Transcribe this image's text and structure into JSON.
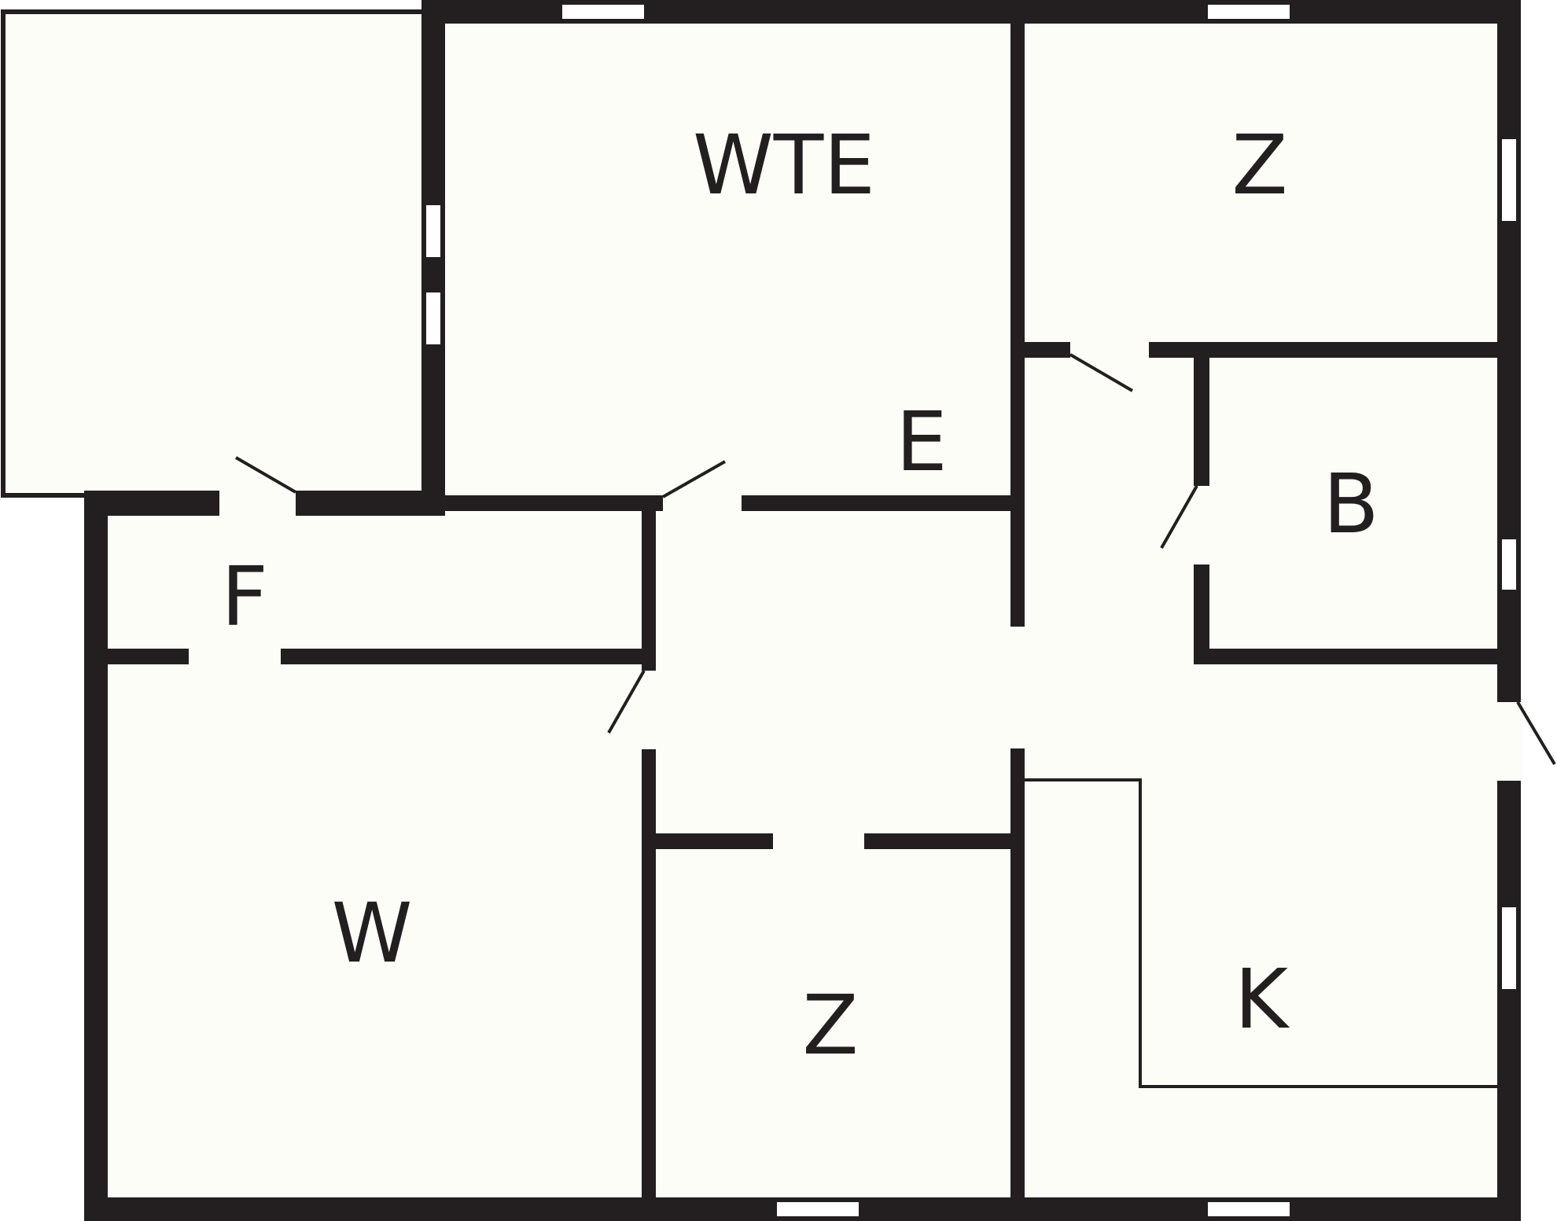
{
  "colors": {
    "wall": "#231f20",
    "floor": "#fdfdf8",
    "background": "#ffffff",
    "window": "#ffffff"
  },
  "rooms": {
    "living_dining": "WTE",
    "bedroom_top_right": "Z",
    "entrance": "E",
    "bathroom": "B",
    "hallway": "F",
    "living_room": "W",
    "bedroom_bottom": "Z",
    "kitchen": "K"
  }
}
